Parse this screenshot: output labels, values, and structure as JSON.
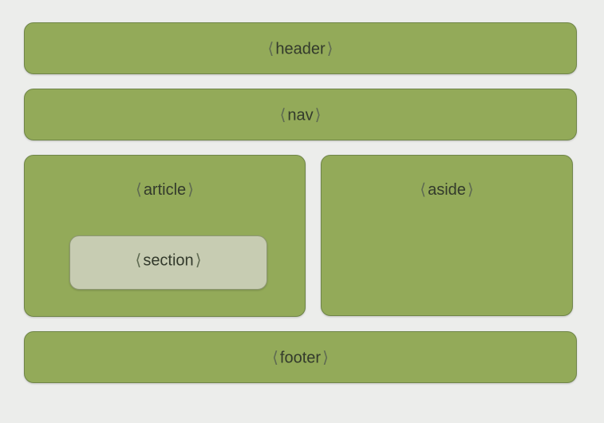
{
  "diagram": {
    "header": {
      "tag": "header"
    },
    "nav": {
      "tag": "nav"
    },
    "article": {
      "tag": "article"
    },
    "section": {
      "tag": "section"
    },
    "aside": {
      "tag": "aside"
    },
    "footer": {
      "tag": "footer"
    }
  },
  "colors": {
    "page_background": "#ecedeb",
    "box_fill": "#93aa59",
    "box_border": "#6f8548",
    "section_fill": "#c7ccb2",
    "text": "#333a2c"
  }
}
